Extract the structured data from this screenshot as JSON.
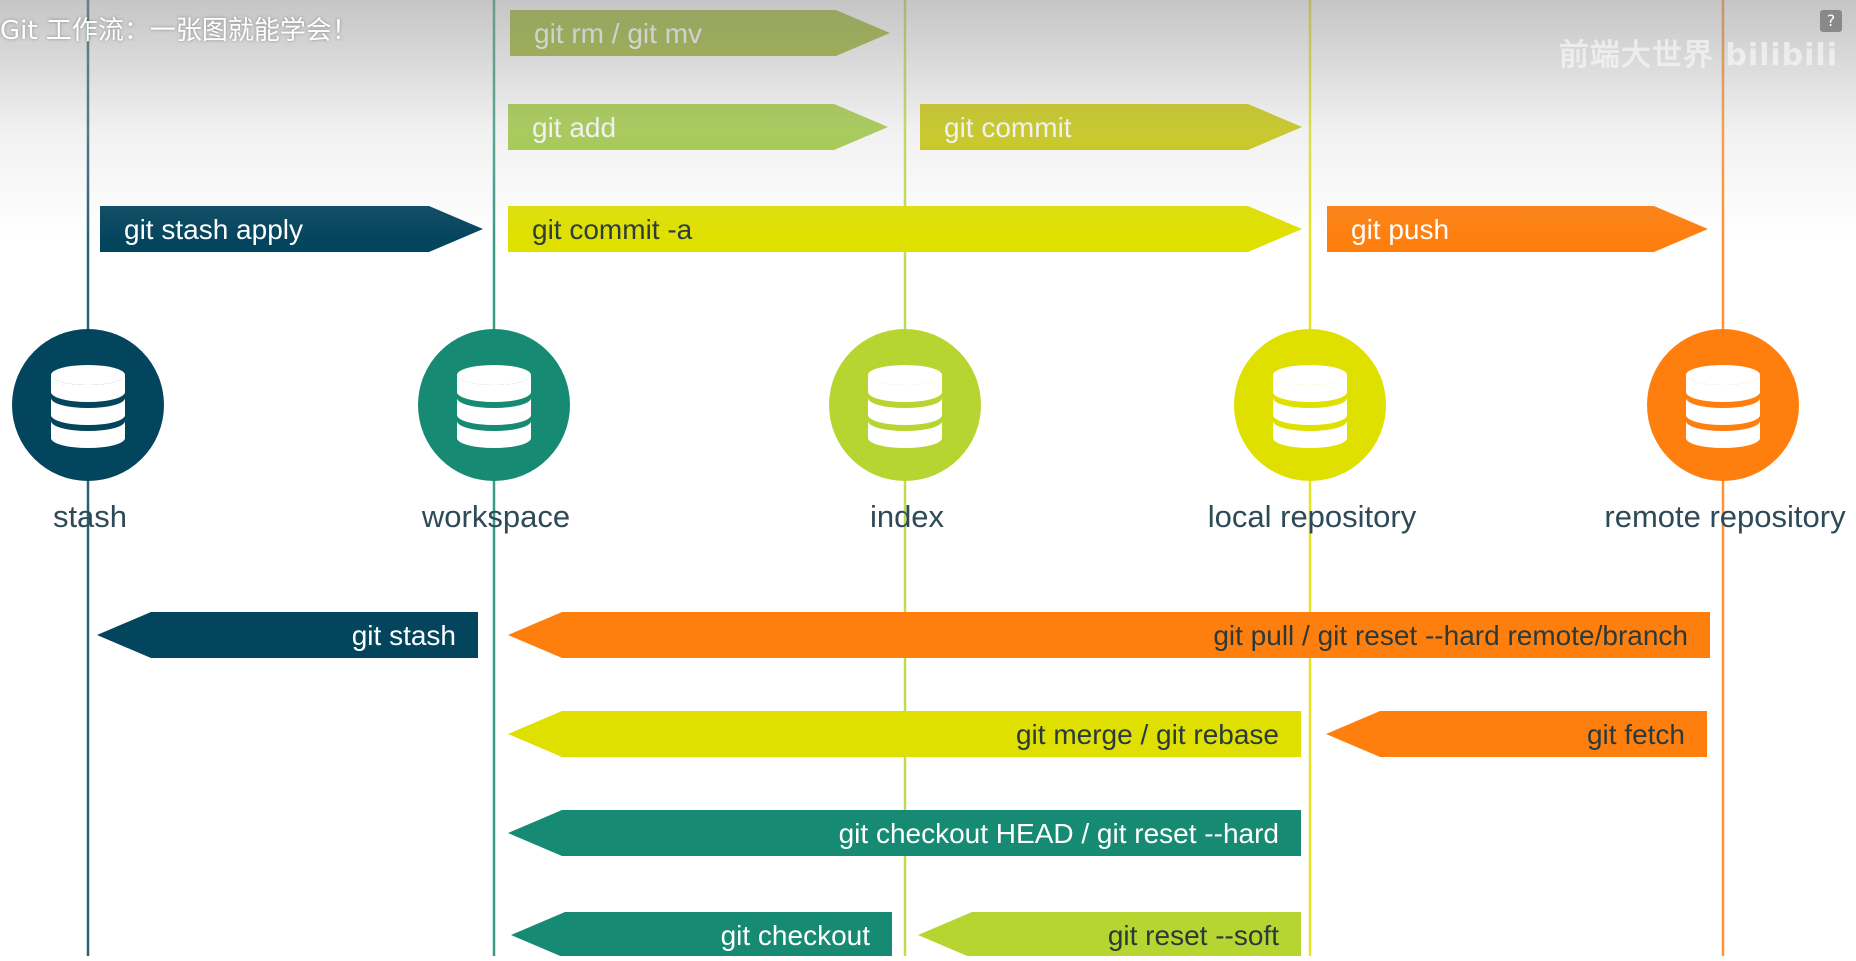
{
  "video": {
    "title": "Git 工作流：一张图就能学会！",
    "help_glyph": "?",
    "watermark": "前端大世界 bilibili"
  },
  "colors": {
    "stash": "#04455e",
    "workspace": "#168a72",
    "index": "#b7d531",
    "local": "#e0e000",
    "remote": "#ff7f0e",
    "olive": "#98b425",
    "green_light": "#9fcb3c",
    "yellow_olive": "#c9c800",
    "text_light": "#ffffff",
    "text_dark": "#2a3a3a"
  },
  "nodes": [
    {
      "id": "stash",
      "label": "stash",
      "color": "#04455e"
    },
    {
      "id": "workspace",
      "label": "workspace",
      "color": "#168a72"
    },
    {
      "id": "index",
      "label": "index",
      "color": "#b7d531"
    },
    {
      "id": "local",
      "label": "local repository",
      "color": "#e0e000"
    },
    {
      "id": "remote",
      "label": "remote repository",
      "color": "#ff7f0e"
    }
  ],
  "arrows": [
    {
      "label": "git rm / git mv",
      "from": "workspace",
      "to": "index",
      "color": "#98b425",
      "text_color": "#ffffff"
    },
    {
      "label": "git add",
      "from": "workspace",
      "to": "index",
      "color": "#9fcb3c",
      "text_color": "#ffffff"
    },
    {
      "label": "git commit",
      "from": "index",
      "to": "local",
      "color": "#c9c800",
      "text_color": "#ffffff"
    },
    {
      "label": "git stash apply",
      "from": "stash",
      "to": "workspace",
      "color": "#04455e",
      "text_color": "#ffffff"
    },
    {
      "label": "git commit -a",
      "from": "workspace",
      "to": "local",
      "color": "#e0e000",
      "text_color": "#2a3a3a"
    },
    {
      "label": "git push",
      "from": "local",
      "to": "remote",
      "color": "#ff7f0e",
      "text_color": "#ffffff"
    },
    {
      "label": "git stash",
      "from": "workspace",
      "to": "stash",
      "color": "#04455e",
      "text_color": "#ffffff"
    },
    {
      "label": "git pull / git reset --hard remote/branch",
      "from": "remote",
      "to": "workspace",
      "color": "#ff7f0e",
      "text_color": "#2a3a3a"
    },
    {
      "label": "git merge / git rebase",
      "from": "local",
      "to": "workspace",
      "color": "#e0e000",
      "text_color": "#2a3a3a"
    },
    {
      "label": "git fetch",
      "from": "remote",
      "to": "local",
      "color": "#ff7f0e",
      "text_color": "#2a3a3a"
    },
    {
      "label": "git checkout HEAD / git reset --hard",
      "from": "local",
      "to": "workspace",
      "color": "#168a72",
      "text_color": "#ffffff"
    },
    {
      "label": "git checkout",
      "from": "index",
      "to": "workspace",
      "color": "#168a72",
      "text_color": "#ffffff"
    },
    {
      "label": "git reset --soft",
      "from": "local",
      "to": "index",
      "color": "#b7d531",
      "text_color": "#2a3a3a"
    }
  ]
}
